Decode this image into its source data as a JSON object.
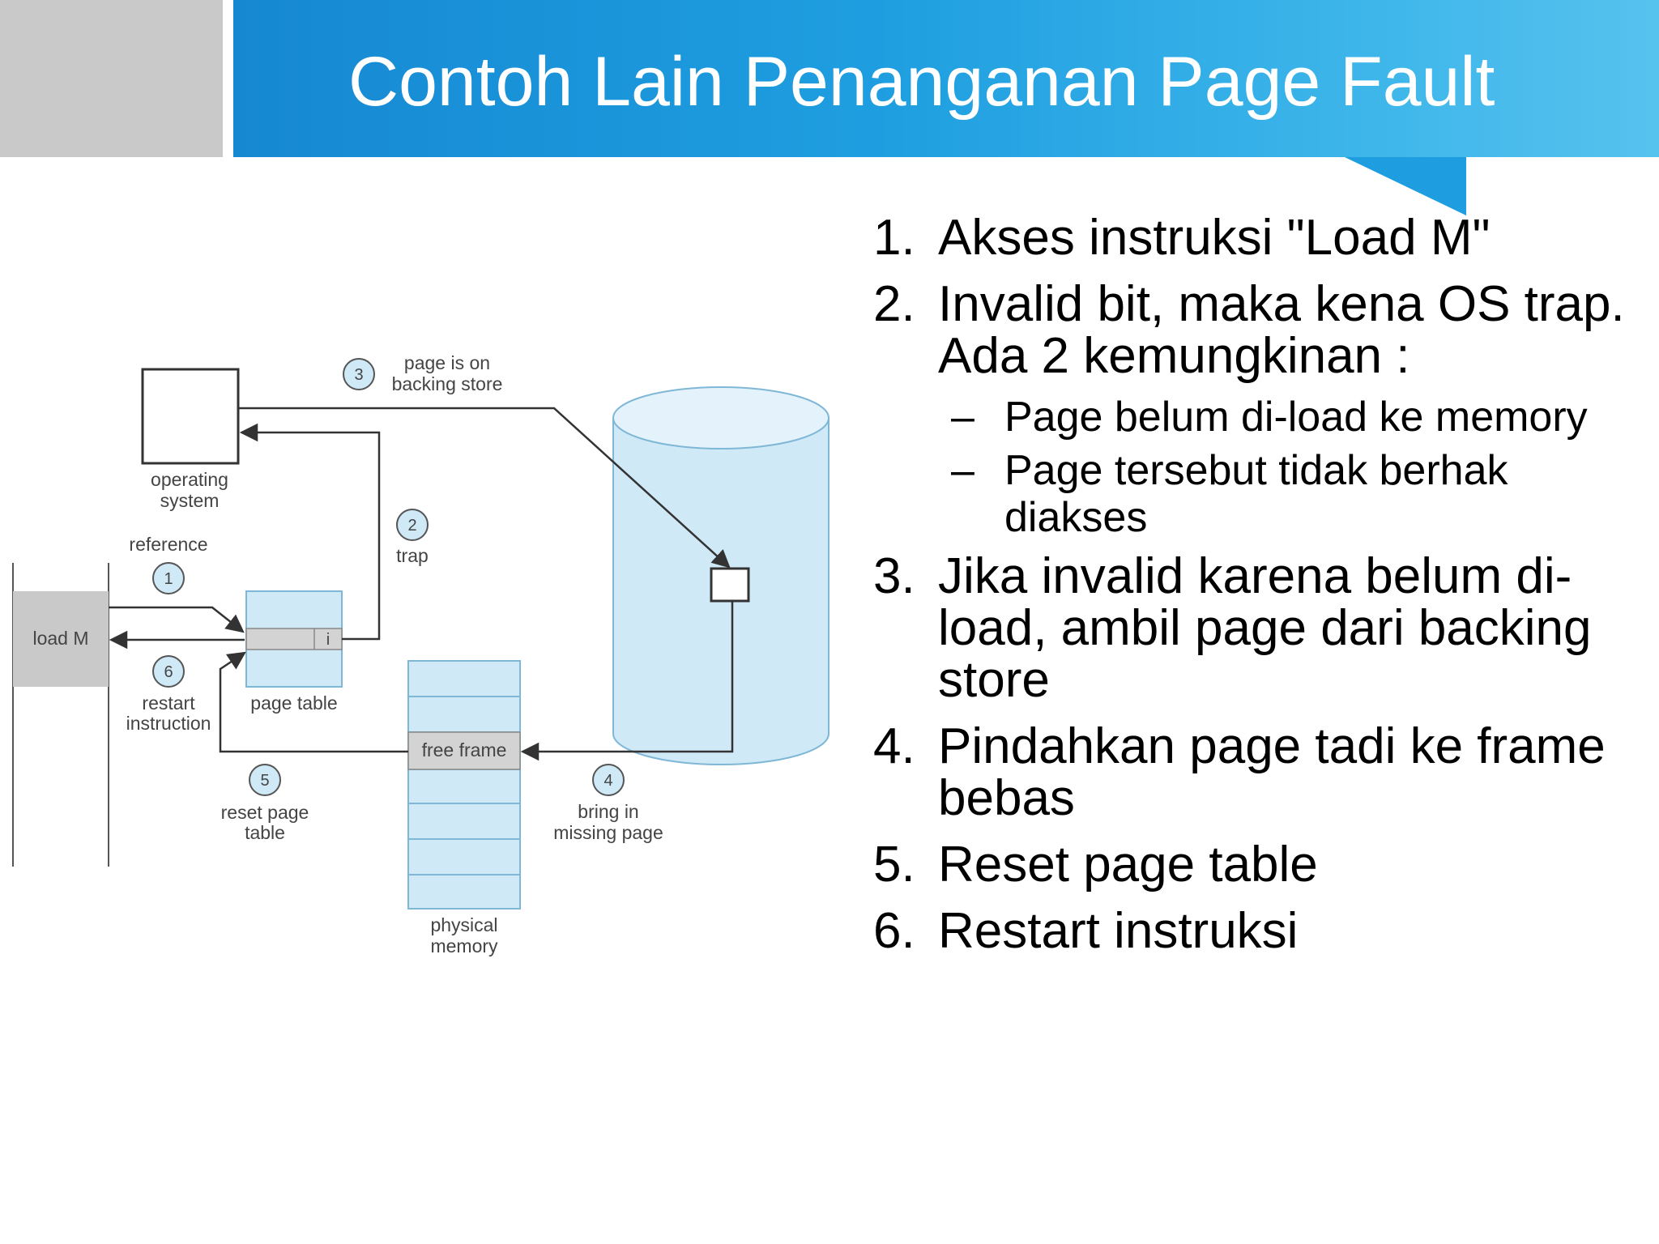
{
  "slide": {
    "title": "Contoh Lain Penanganan Page Fault"
  },
  "diagram": {
    "labels": {
      "step3_line1": "page is on",
      "step3_line2": "backing store",
      "os_line1": "operating",
      "os_line2": "system",
      "reference": "reference",
      "trap": "trap",
      "load_m": "load M",
      "invalid_bit": "i",
      "restart_line1": "restart",
      "restart_line2": "instruction",
      "page_table": "page table",
      "free_frame": "free frame",
      "reset_line1": "reset page",
      "reset_line2": "table",
      "bring_line1": "bring in",
      "bring_line2": "missing page",
      "phys_line1": "physical",
      "phys_line2": "memory"
    },
    "step_numbers": [
      "1",
      "2",
      "3",
      "4",
      "5",
      "6"
    ]
  },
  "steps": [
    {
      "num": "1.",
      "text": "Akses instruksi \"Load M\""
    },
    {
      "num": "2.",
      "text": "Invalid bit, maka kena OS trap. Ada 2 kemungkinan :",
      "sub": [
        {
          "dash": "–",
          "text": "Page belum di-load ke memory"
        },
        {
          "dash": "–",
          "text": "Page tersebut tidak berhak diakses"
        }
      ]
    },
    {
      "num": "3.",
      "text": "Jika invalid karena belum di-load, ambil page dari backing store"
    },
    {
      "num": "4.",
      "text": "Pindahkan page tadi ke frame bebas"
    },
    {
      "num": "5.",
      "text": "Reset page table"
    },
    {
      "num": "6.",
      "text": "Restart instruksi"
    }
  ],
  "colors": {
    "header_blue": "#1e9ee0",
    "gray_block": "#c9c9c9",
    "diagram_fill": "#cfe9f7",
    "diagram_stroke": "#333333"
  }
}
